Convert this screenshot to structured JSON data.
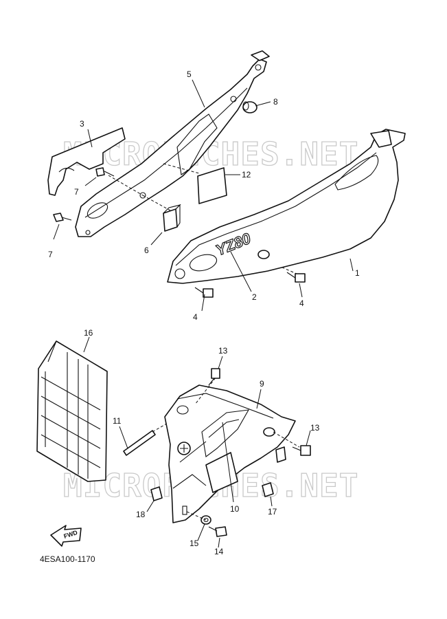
{
  "diagram_code": "4ESA100-1170",
  "watermark": "MICROFICHES.NET",
  "fwd_label": "FWD",
  "decal_text": "YZ80",
  "callouts": {
    "c1": "1",
    "c2": "2",
    "c3": "3",
    "c4a": "4",
    "c4b": "4",
    "c5": "5",
    "c6": "6",
    "c7a": "7",
    "c7b": "7",
    "c8": "8",
    "c9": "9",
    "c10": "10",
    "c11": "11",
    "c12": "12",
    "c13a": "13",
    "c13b": "13",
    "c14": "14",
    "c15": "15",
    "c16": "16",
    "c17": "17",
    "c18": "18"
  }
}
